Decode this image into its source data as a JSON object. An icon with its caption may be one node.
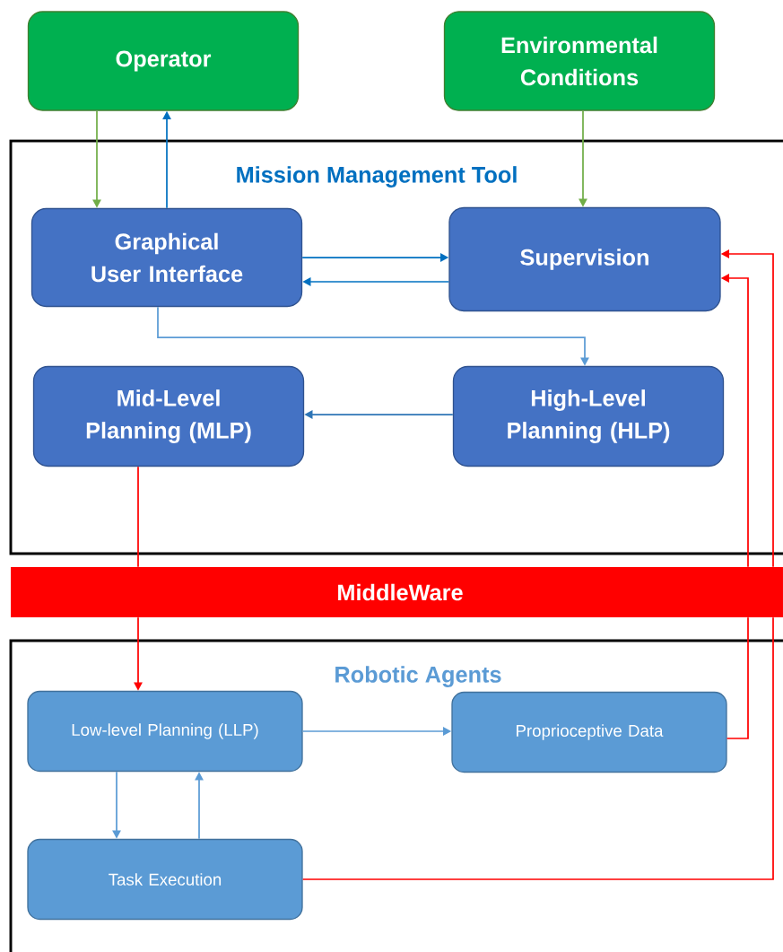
{
  "diagram": {
    "nodes": [
      {
        "text": [
          "Operator"
        ]
      },
      {
        "text": [
          "Environmental Conditions"
        ]
      },
      {
        "text": [
          "Mission Management Tool"
        ]
      },
      {
        "text": [
          "Graphical User Interface"
        ],
        "in": 2
      },
      {
        "text": [
          "Supervision"
        ],
        "in": 2
      },
      {
        "text": [
          "Mid-Level Planning (MLP)"
        ],
        "in": 2
      },
      {
        "text": [
          "High-Level Planning (HLP)"
        ],
        "in": 2
      },
      {
        "text": [
          "MiddleWare"
        ]
      },
      {
        "text": [
          "Robotic Agents"
        ]
      },
      {
        "text": [
          "Low-level Planning (LLP)"
        ],
        "in": 8
      },
      {
        "text": [
          "Proprioceptive Data"
        ],
        "in": 8
      },
      {
        "text": [
          "Task Execution"
        ],
        "in": 8
      }
    ],
    "edges": [
      {
        "from": 0,
        "to": 3,
        "arrow": "to",
        "color": "#70ad47"
      },
      {
        "from": 3,
        "to": 0,
        "arrow": "to",
        "color": "#0070c0"
      },
      {
        "from": 1,
        "to": 4,
        "arrow": "to",
        "color": "#70ad47"
      },
      {
        "from": 3,
        "to": 4,
        "arrow": "to",
        "color": "#0070c0"
      },
      {
        "from": 4,
        "to": 3,
        "arrow": "to",
        "color": "#0070c0"
      },
      {
        "from": 3,
        "to": 6,
        "arrow": "to",
        "color": "#5b9bd5"
      },
      {
        "from": 6,
        "to": 5,
        "arrow": "to",
        "color": "#2e75b6"
      },
      {
        "from": 5,
        "to": 7,
        "arrow": "none",
        "color": "#ff0000"
      },
      {
        "from": 7,
        "to": 9,
        "arrow": "to",
        "color": "#ff0000"
      },
      {
        "from": 10,
        "to": 7,
        "arrow": "none",
        "color": "#ff0000"
      },
      {
        "from": 7,
        "to": 4,
        "arrow": "to",
        "color": "#ff0000"
      },
      {
        "from": 11,
        "to": 7,
        "arrow": "none",
        "color": "#ff0000"
      },
      {
        "from": 7,
        "to": 4,
        "arrow": "to",
        "color": "#ff0000"
      },
      {
        "from": 9,
        "to": 10,
        "arrow": "to",
        "color": "#5b9bd5"
      },
      {
        "from": 9,
        "to": 11,
        "arrow": "to",
        "color": "#5b9bd5"
      },
      {
        "from": 11,
        "to": 9,
        "arrow": "to",
        "color": "#5b9bd5"
      }
    ]
  }
}
